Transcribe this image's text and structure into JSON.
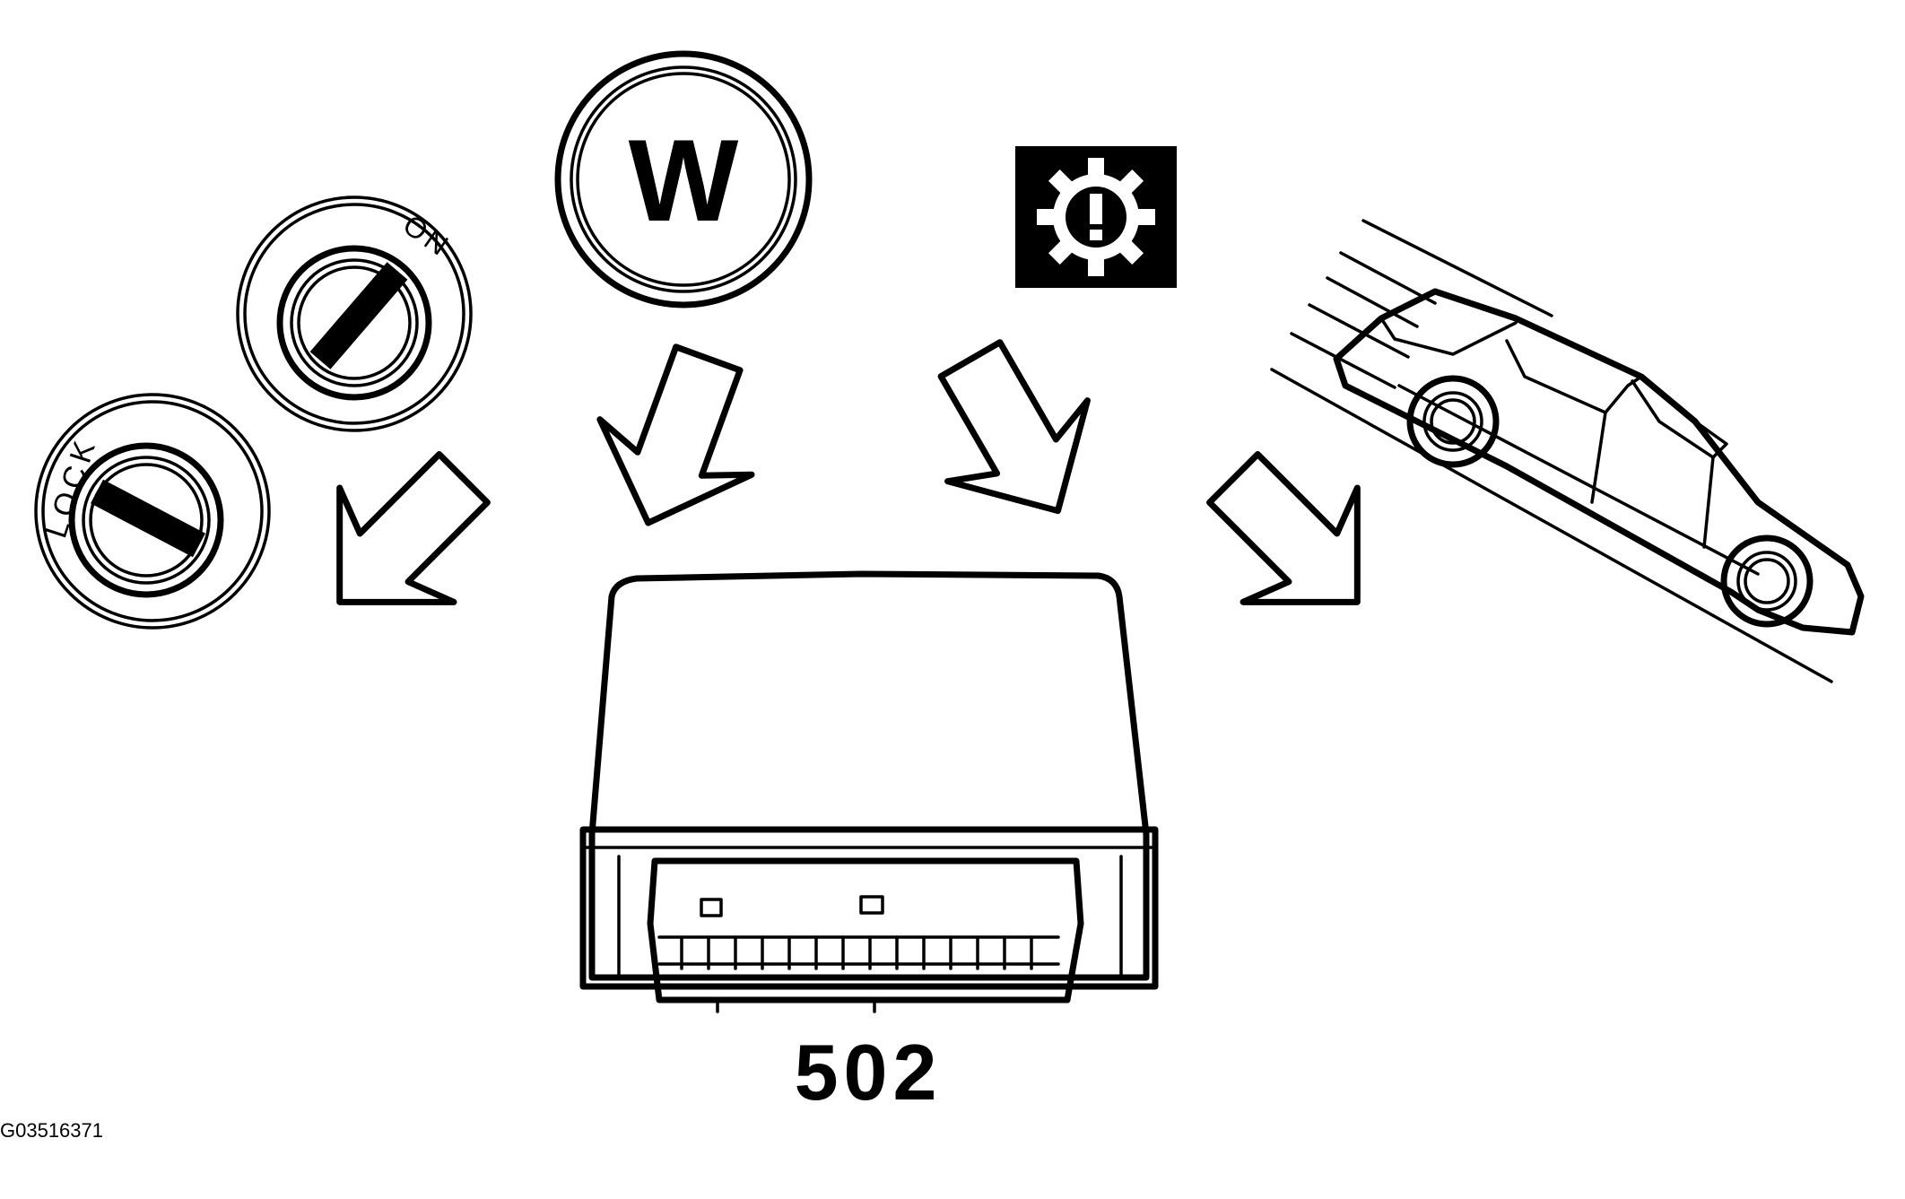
{
  "switch_labels": {
    "lock": "LOCK",
    "on": "ON"
  },
  "warning_symbol": {
    "letter": "W"
  },
  "icons": [
    "lock-switch-icon",
    "on-switch-icon",
    "warning-w-icon",
    "gear-warning-icon",
    "vehicle-on-incline-icon",
    "control-module-icon"
  ],
  "module": {
    "number": "502"
  },
  "figure_id": "G03516371"
}
